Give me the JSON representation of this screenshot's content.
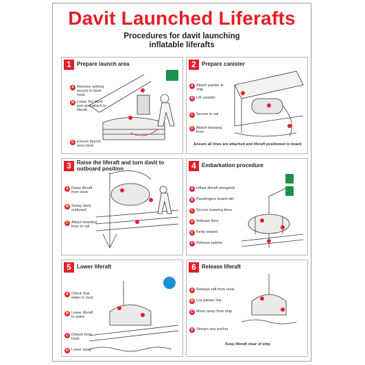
{
  "poster": {
    "title": "Davit Launched Liferafts",
    "subtitle_line1": "Procedures for davit launching",
    "subtitle_line2": "inflatable liferafts"
  },
  "panels": [
    {
      "number": "1",
      "title": "Prepare launch area",
      "steps": [
        {
          "letter": "A",
          "text": "Remove lashing secure to davit hook"
        },
        {
          "letter": "B",
          "text": "Lower the davit arm and attach to liferaft"
        },
        {
          "letter": "C",
          "text": "Ensure launch area clear"
        }
      ]
    },
    {
      "number": "2",
      "title": "Prepare canister",
      "steps": [
        {
          "letter": "A",
          "text": "Attach painter to ship"
        },
        {
          "letter": "B",
          "text": "Lift canister"
        },
        {
          "letter": "C",
          "text": "Secure to rail"
        },
        {
          "letter": "D",
          "text": "Attach bowsing lines"
        }
      ],
      "note": "Ensure all lines are attached and liferaft positioned to board"
    },
    {
      "number": "3",
      "title": "Raise the liferaft and turn davit to outboard position",
      "steps": [
        {
          "letter": "A",
          "text": "Raise liferaft from deck"
        },
        {
          "letter": "B",
          "text": "Swing davit outboard"
        },
        {
          "letter": "C",
          "text": "Attach bowsing lines to rail"
        }
      ]
    },
    {
      "number": "4",
      "title": "Embarkation procedure",
      "steps": [
        {
          "letter": "A",
          "text": "Inflate liferaft alongside"
        },
        {
          "letter": "B",
          "text": "Passengers board raft"
        },
        {
          "letter": "C",
          "text": "Secure bowsing lines"
        },
        {
          "letter": "D",
          "text": "Release lines"
        },
        {
          "letter": "E",
          "text": "Keep seated"
        },
        {
          "letter": "F",
          "text": "Release painter"
        }
      ]
    },
    {
      "number": "5",
      "title": "Lower liferaft",
      "steps": [
        {
          "letter": "A",
          "text": "Check that water is clear"
        },
        {
          "letter": "B",
          "text": "Lower liferaft to water"
        },
        {
          "letter": "C",
          "text": "Detach from hook"
        },
        {
          "letter": "D",
          "text": "Lower away"
        }
      ]
    },
    {
      "number": "6",
      "title": "Release liferaft",
      "steps": [
        {
          "letter": "A",
          "text": "Release raft from hook"
        },
        {
          "letter": "B",
          "text": "Cut painter line"
        },
        {
          "letter": "C",
          "text": "Move away from ship"
        },
        {
          "letter": "D",
          "text": "Stream sea anchor"
        }
      ],
      "note": "Keep liferaft clear of ship"
    }
  ],
  "colors": {
    "accent": "#e41e26",
    "sign_green": "#1f8f4c",
    "sign_blue": "#1e90d6"
  }
}
